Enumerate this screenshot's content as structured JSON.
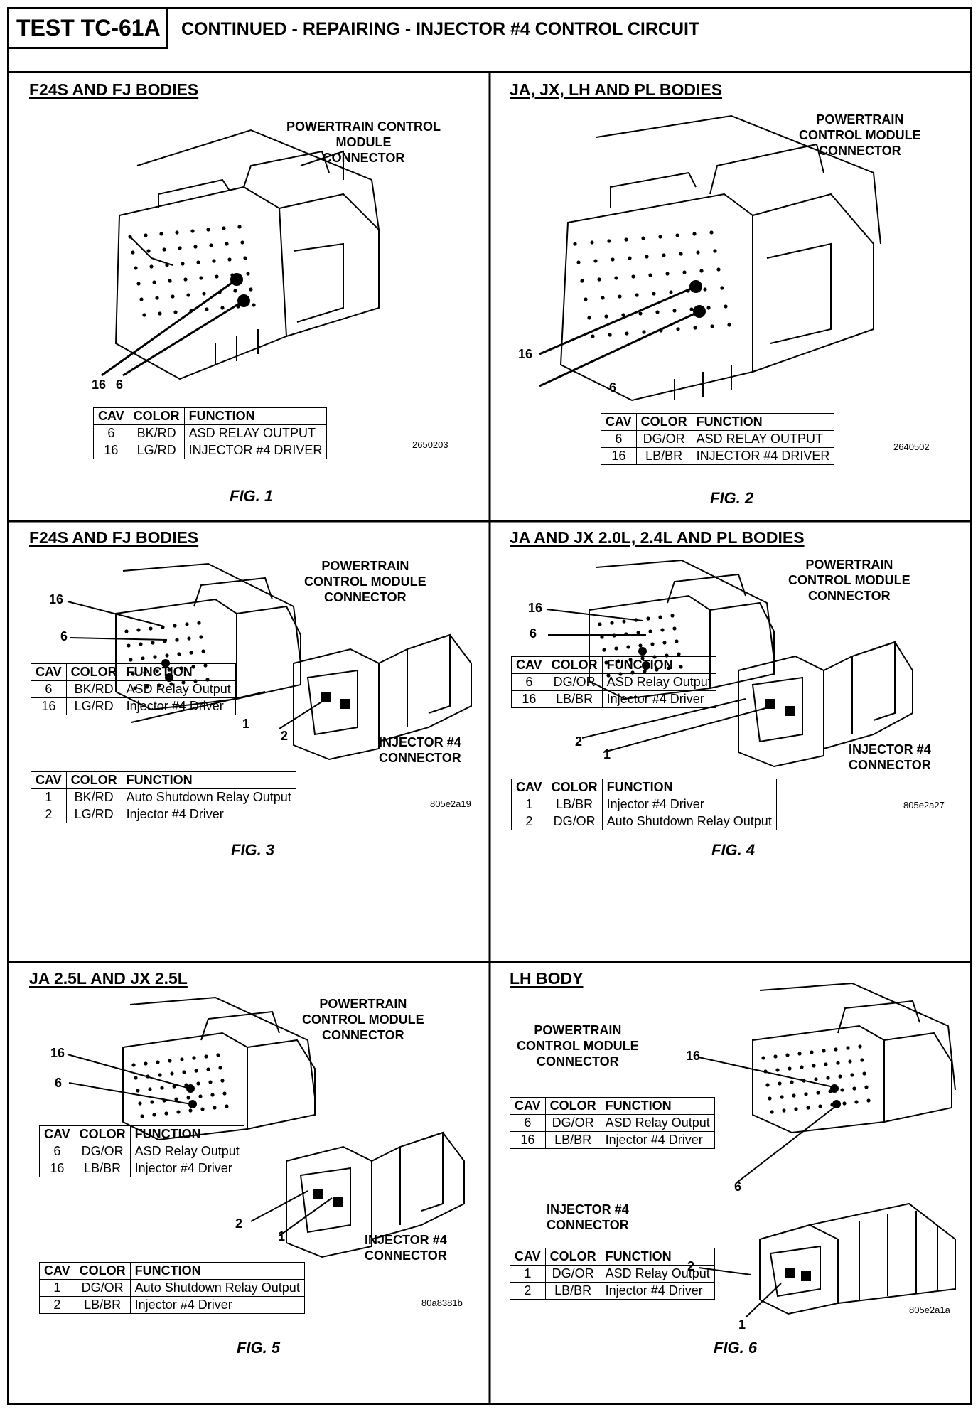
{
  "header": {
    "test_id": "TEST TC-61A",
    "title": "CONTINUED - REPAIRING - INJECTOR #4 CONTROL CIRCUIT"
  },
  "table_headers": {
    "cav": "CAV",
    "color": "COLOR",
    "function": "FUNCTION"
  },
  "fig1": {
    "title": "F24S AND FJ BODIES",
    "pcm_label": "POWERTRAIN CONTROL\nMODULE\nCONNECTOR",
    "callouts": [
      "16",
      "6"
    ],
    "rows": [
      {
        "cav": "6",
        "color": "BK/RD",
        "function": "ASD RELAY OUTPUT"
      },
      {
        "cav": "16",
        "color": "LG/RD",
        "function": "INJECTOR #4 DRIVER"
      }
    ],
    "code": "2650203",
    "caption": "FIG. 1"
  },
  "fig2": {
    "title": "JA, JX, LH AND PL BODIES",
    "pcm_label": "POWERTRAIN\nCONTROL MODULE\nCONNECTOR",
    "callouts": [
      "16",
      "6"
    ],
    "rows": [
      {
        "cav": "6",
        "color": "DG/OR",
        "function": "ASD RELAY OUTPUT"
      },
      {
        "cav": "16",
        "color": "LB/BR",
        "function": "INJECTOR #4 DRIVER"
      }
    ],
    "code": "2640502",
    "caption": "FIG. 2"
  },
  "fig3": {
    "title": "F24S AND FJ BODIES",
    "pcm_label": "POWERTRAIN\nCONTROL MODULE\nCONNECTOR",
    "callouts": [
      "16",
      "6",
      "1",
      "2"
    ],
    "pcm_rows": [
      {
        "cav": "6",
        "color": "BK/RD",
        "function": "ASD Relay Output"
      },
      {
        "cav": "16",
        "color": "LG/RD",
        "function": "Injector #4 Driver"
      }
    ],
    "inj_label": "INJECTOR #4\nCONNECTOR",
    "inj_rows": [
      {
        "cav": "1",
        "color": "BK/RD",
        "function": "Auto Shutdown Relay Output"
      },
      {
        "cav": "2",
        "color": "LG/RD",
        "function": "Injector #4 Driver"
      }
    ],
    "code": "805e2a19",
    "caption": "FIG. 3"
  },
  "fig4": {
    "title": "JA AND JX 2.0L, 2.4L AND PL BODIES",
    "pcm_label": "POWERTRAIN\nCONTROL MODULE\nCONNECTOR",
    "callouts": [
      "16",
      "6",
      "2",
      "1"
    ],
    "pcm_rows": [
      {
        "cav": "6",
        "color": "DG/OR",
        "function": "ASD Relay Output"
      },
      {
        "cav": "16",
        "color": "LB/BR",
        "function": "Injector #4 Driver"
      }
    ],
    "inj_label": "INJECTOR #4\nCONNECTOR",
    "inj_rows": [
      {
        "cav": "1",
        "color": "LB/BR",
        "function": "Injector #4 Driver"
      },
      {
        "cav": "2",
        "color": "DG/OR",
        "function": "Auto Shutdown Relay Output"
      }
    ],
    "code": "805e2a27",
    "caption": "FIG. 4"
  },
  "fig5": {
    "title": "JA 2.5L AND JX 2.5L",
    "pcm_label": "POWERTRAIN\nCONTROL MODULE\nCONNECTOR",
    "callouts": [
      "16",
      "6",
      "2",
      "1"
    ],
    "pcm_rows": [
      {
        "cav": "6",
        "color": "DG/OR",
        "function": "ASD Relay Output"
      },
      {
        "cav": "16",
        "color": "LB/BR",
        "function": "Injector #4 Driver"
      }
    ],
    "inj_label": "INJECTOR #4\nCONNECTOR",
    "inj_rows": [
      {
        "cav": "1",
        "color": "DG/OR",
        "function": "Auto Shutdown Relay Output"
      },
      {
        "cav": "2",
        "color": "LB/BR",
        "function": "Injector #4 Driver"
      }
    ],
    "code": "80a8381b",
    "caption": "FIG. 5"
  },
  "fig6": {
    "title": "LH BODY",
    "pcm_label": "POWERTRAIN\nCONTROL MODULE\nCONNECTOR",
    "callouts": [
      "16",
      "6",
      "2",
      "1"
    ],
    "pcm_rows": [
      {
        "cav": "6",
        "color": "DG/OR",
        "function": "ASD Relay Output"
      },
      {
        "cav": "16",
        "color": "LB/BR",
        "function": "Injector #4 Driver"
      }
    ],
    "inj_label": "INJECTOR #4\nCONNECTOR",
    "inj_rows": [
      {
        "cav": "1",
        "color": "DG/OR",
        "function": "ASD Relay Output"
      },
      {
        "cav": "2",
        "color": "LB/BR",
        "function": "Injector #4 Driver"
      }
    ],
    "code": "805e2a1a",
    "caption": "FIG. 6"
  }
}
